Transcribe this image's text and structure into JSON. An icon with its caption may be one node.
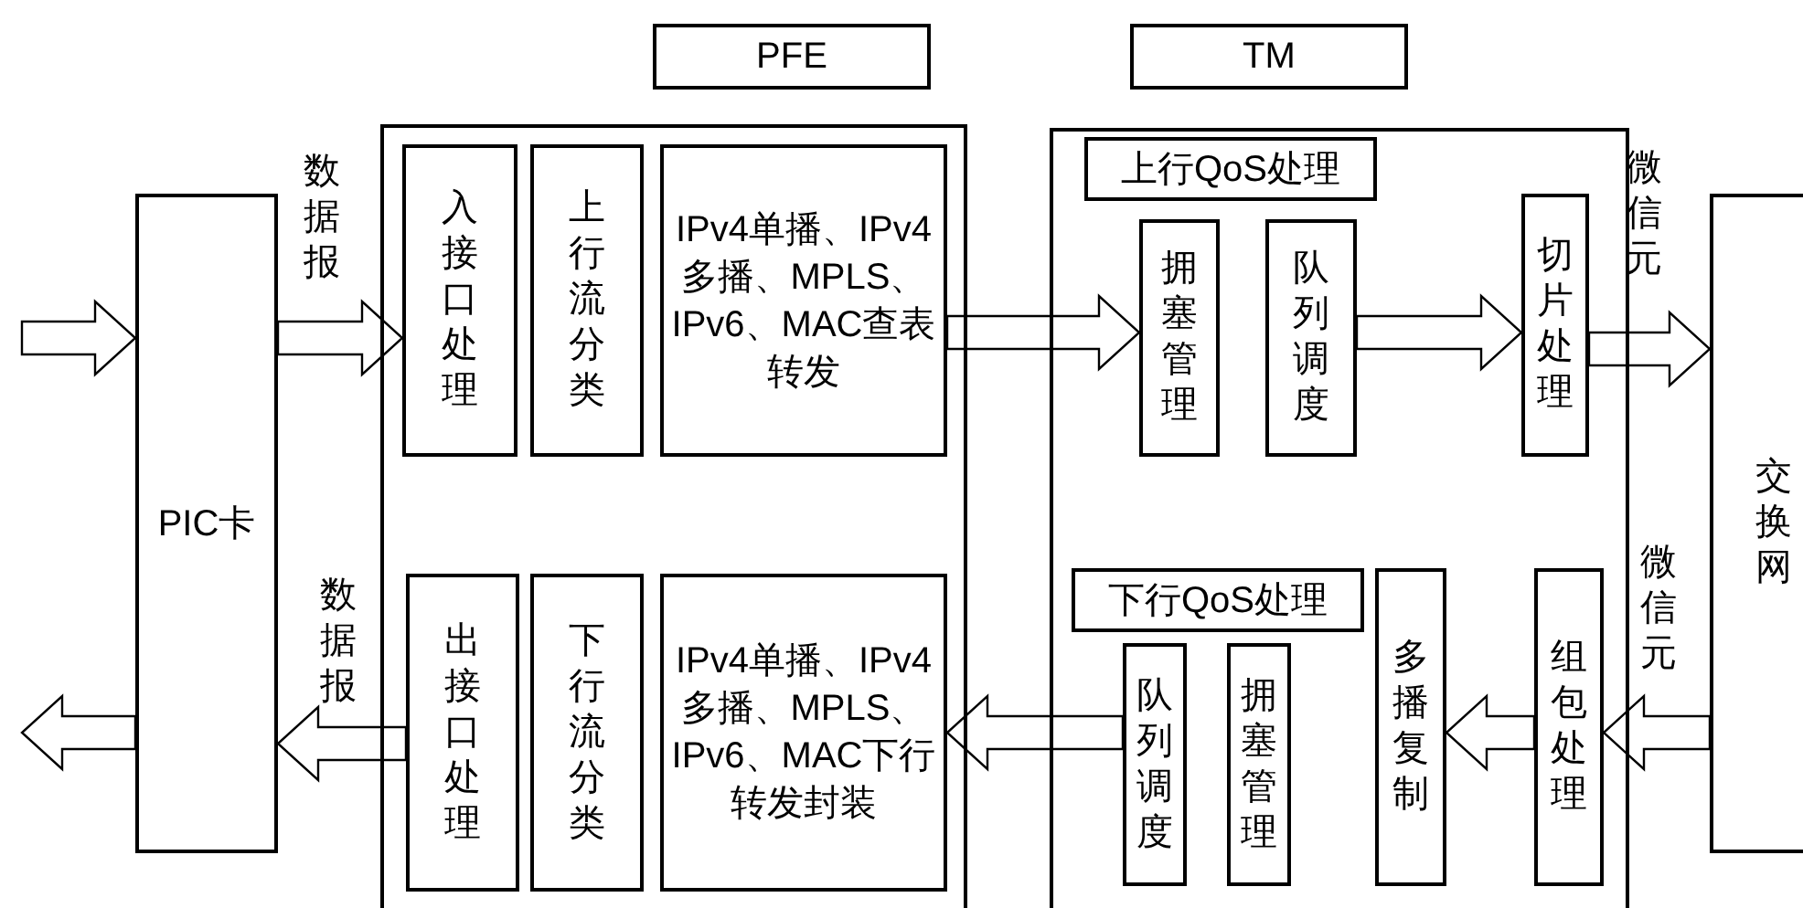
{
  "diagram": {
    "nodes": [
      {
        "text": [
          "PFE"
        ]
      },
      {
        "text": [
          "TM"
        ]
      },
      {
        "text": [
          "PIC卡"
        ]
      },
      {
        "text": [],
        "shape": "box"
      },
      {
        "text": [
          "入接口处理"
        ],
        "in": 3
      },
      {
        "text": [
          "上行流分类"
        ],
        "in": 3
      },
      {
        "text": [
          "IPv4单播、IPv4多播、MPLS、IPv6、MAC查表转发"
        ],
        "in": 3
      },
      {
        "text": [
          "出接口处理"
        ],
        "in": 3
      },
      {
        "text": [
          "下行流分类"
        ],
        "in": 3
      },
      {
        "text": [
          "IPv4单播、IPv4多播、MPLS、IPv6、MAC下行转发封装"
        ],
        "in": 3
      },
      {
        "text": [],
        "shape": "box"
      },
      {
        "text": [
          "上行QoS处理"
        ],
        "in": 10
      },
      {
        "text": [
          "拥塞管理"
        ],
        "in": 10
      },
      {
        "text": [
          "队列调度"
        ],
        "in": 10
      },
      {
        "text": [
          "切片处理"
        ],
        "in": 10
      },
      {
        "text": [
          "下行QoS处理"
        ],
        "in": 10
      },
      {
        "text": [
          "队列调度"
        ],
        "in": 10
      },
      {
        "text": [
          "拥塞管理"
        ],
        "in": 10
      },
      {
        "text": [
          "多播复制"
        ],
        "in": 10
      },
      {
        "text": [
          "组包处理"
        ],
        "in": 10
      },
      {
        "text": [
          "交换网"
        ]
      }
    ],
    "edges": [
      {
        "from": null,
        "to": 2,
        "arrow": "to"
      },
      {
        "from": 2,
        "to": 4,
        "arrow": "to",
        "label": "数据报"
      },
      {
        "from": 6,
        "to": 12,
        "arrow": "to"
      },
      {
        "from": 13,
        "to": 14,
        "arrow": "to"
      },
      {
        "from": 14,
        "to": 20,
        "arrow": "to",
        "label": "微信元"
      },
      {
        "from": 20,
        "to": 19,
        "arrow": "to",
        "label": "微信元"
      },
      {
        "from": 19,
        "to": 18,
        "arrow": "to"
      },
      {
        "from": 16,
        "to": 9,
        "arrow": "to"
      },
      {
        "from": 7,
        "to": 2,
        "arrow": "to",
        "label": "数据报"
      },
      {
        "from": 2,
        "to": null,
        "arrow": "to"
      }
    ]
  }
}
